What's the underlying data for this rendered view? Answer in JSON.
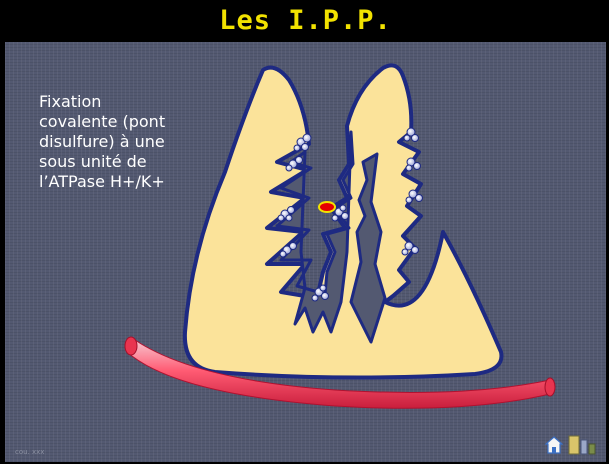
{
  "slide": {
    "title": "Les I.P.P.",
    "caption_lines": [
      "Fixation",
      "covalente (pont",
      "disulfure) à une",
      "sous unité de",
      "l’ATPase H+/K+"
    ],
    "footer_text": "cou. xxx"
  },
  "colors": {
    "background": "#535971",
    "title_text": "#f2e200",
    "gland_fill": "#fbe39a",
    "gland_outline": "#1e2a82",
    "vessel": "#e33a55",
    "drug_marker": "#e60000"
  },
  "icons": [
    "home-icon",
    "navigation-icon"
  ]
}
